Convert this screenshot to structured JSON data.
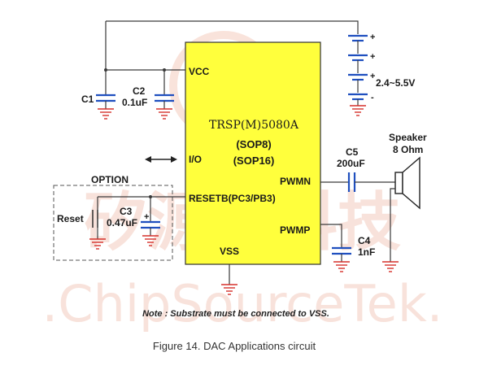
{
  "chip": {
    "part": "TRSP(M)5080A",
    "package1": "(SOP8)",
    "package2": "(SOP16)",
    "color": "#ffff3c"
  },
  "pins": {
    "vcc": "VCC",
    "io": "I/O",
    "pwmn": "PWMN",
    "resetb": "RESETB(PC3/PB3)",
    "pwmp": "PWMP",
    "vss": "VSS"
  },
  "components": {
    "c1": "C1",
    "c2_name": "C2",
    "c2_value": "0.1uF",
    "c3_name": "C3",
    "c3_value": "0.47uF",
    "c4_name": "C4",
    "c4_value": "1nF",
    "c5_name": "C5",
    "c5_value": "200uF",
    "battery_range": "2.4~5.5V",
    "speaker_name": "Speaker",
    "speaker_value": "8 Ohm",
    "reset_label": "Reset",
    "option_label": "OPTION"
  },
  "battery_signs": [
    "+",
    "+",
    "+",
    "-"
  ],
  "cap_plus": "+",
  "watermark": {
    "chinese": "矽源特科技",
    "english": ".ChipSourceTek."
  },
  "note": "Note : Substrate must be connected to VSS.",
  "caption": "Figure 14.  DAC Applications circuit",
  "colors": {
    "wire": "#3a3a3a",
    "capacitor": "#1f4fbf",
    "ground": "#d6312b"
  }
}
